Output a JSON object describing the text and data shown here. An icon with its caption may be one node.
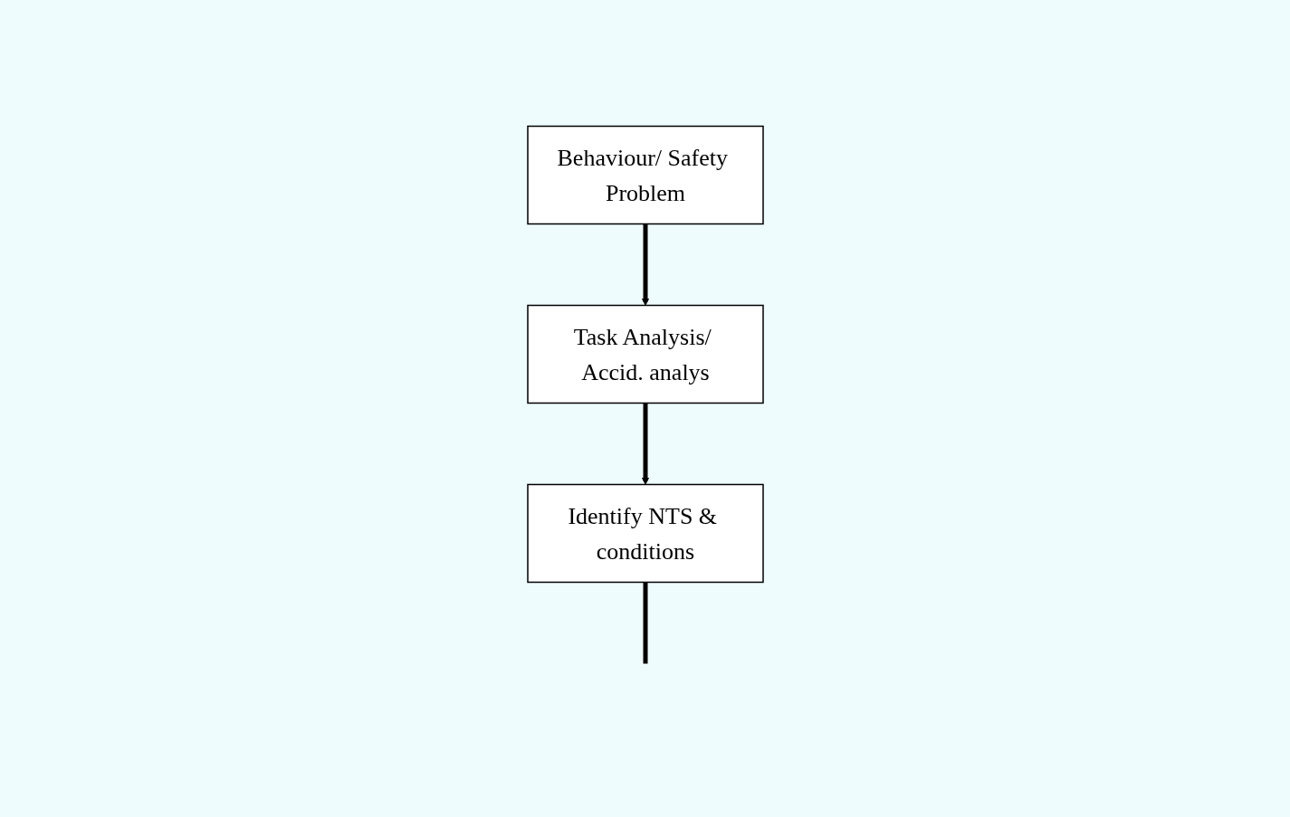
{
  "diagram": {
    "nodes": [
      {
        "text": [
          "Behaviour/ Safety Problem"
        ]
      },
      {
        "text": [
          "Task Analysis/ Accid. analys"
        ]
      },
      {
        "text": [
          "Identify NTS & conditions"
        ]
      }
    ],
    "edges": [
      {
        "from": 0,
        "to": 1,
        "arrow": "to"
      },
      {
        "from": 1,
        "to": 2,
        "arrow": "to"
      },
      {
        "from": 2,
        "to": null,
        "arrow": "none"
      }
    ]
  }
}
